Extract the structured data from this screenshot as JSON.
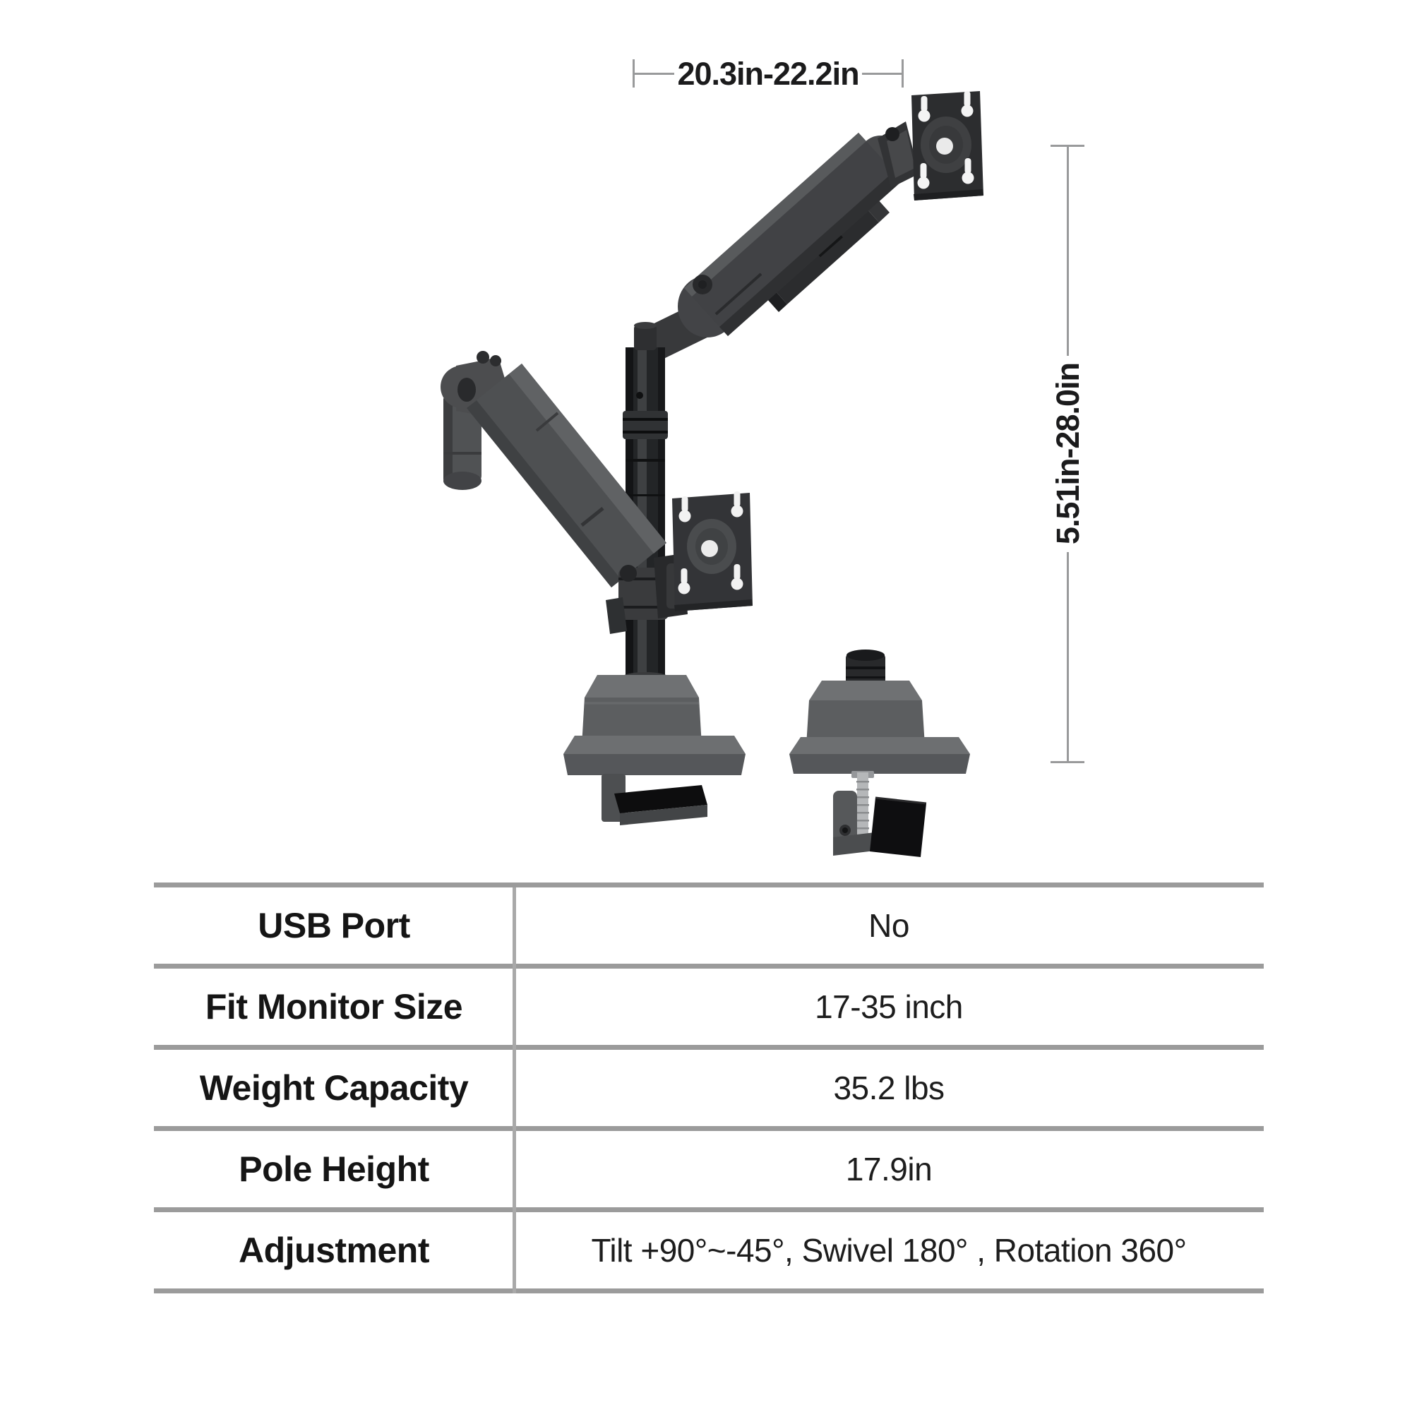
{
  "dimensions": {
    "width_range": "20.3in-22.2in",
    "height_range": "5.51in-28.0in"
  },
  "spec_table": {
    "rows": [
      {
        "label": "USB Port",
        "value": "No"
      },
      {
        "label": "Fit Monitor Size",
        "value": "17-35 inch"
      },
      {
        "label": "Weight Capacity",
        "value": "35.2 lbs"
      },
      {
        "label": "Pole Height",
        "value": "17.9in"
      },
      {
        "label": "Adjustment",
        "value": "Tilt +90°~-45°, Swivel 180° , Rotation 360°"
      }
    ]
  },
  "colors": {
    "table_border": "#9b9b9b",
    "column_divider": "#a9a9a9",
    "dimension_line": "#999a9b",
    "text": "#1b1b1c",
    "product_dark": "#2c2d2f",
    "product_mid": "#4e5052",
    "clamp_gray": "#5c5e60",
    "pad_black": "#0e0e10"
  }
}
